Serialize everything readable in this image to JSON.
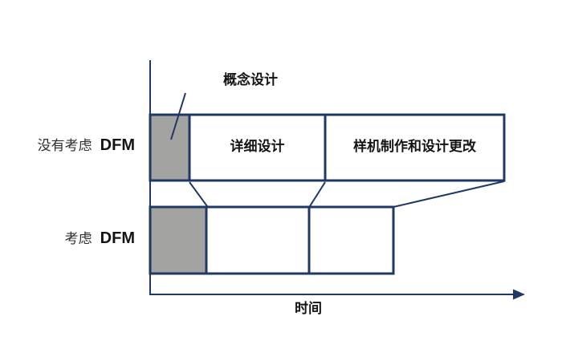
{
  "colors": {
    "navy": "#1F3864",
    "gray": "#A3A3A1",
    "text": "#141414",
    "text_soft": "#2E2E2E",
    "bg": "#FFFFFF"
  },
  "axis": {
    "x_label": "时间"
  },
  "annotations": {
    "concept_design": "概念设计"
  },
  "rows": [
    {
      "label_cn": "没有考虑",
      "label_dfm": "DFM",
      "phases": [
        {
          "name": "概念设计",
          "label": "",
          "shaded": true
        },
        {
          "name": "详细设计",
          "label": "详细设计",
          "shaded": false
        },
        {
          "name": "样机制作和设计更改",
          "label": "样机制作和设计更改",
          "shaded": false
        }
      ]
    },
    {
      "label_cn": "考虑",
      "label_dfm": "DFM",
      "phases": [
        {
          "name": "概念设计",
          "label": "",
          "shaded": true
        },
        {
          "name": "详细设计",
          "label": "",
          "shaded": false
        },
        {
          "name": "样机制作和设计更改",
          "label": "",
          "shaded": false
        }
      ]
    }
  ]
}
